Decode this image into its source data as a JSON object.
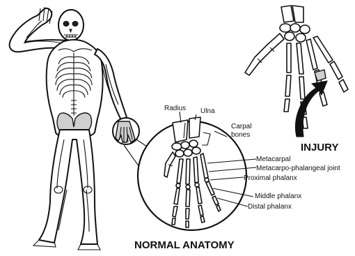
{
  "labels": {
    "radius": "Radius",
    "ulna": "Ulna",
    "carpal_bones": [
      "Carpal",
      "bones"
    ],
    "metacarpal": "Metacarpal",
    "metacarpo_phalangeal_joint": "Metacarpo-phalangeal joint",
    "proximal_phalanx": "Proximal phalanx",
    "middle_phalanx": "Middle phalanx",
    "distal_phalanx": "Distal phalanx"
  },
  "captions": {
    "injury": "INJURY",
    "normal_anatomy": "NORMAL ANATOMY"
  }
}
